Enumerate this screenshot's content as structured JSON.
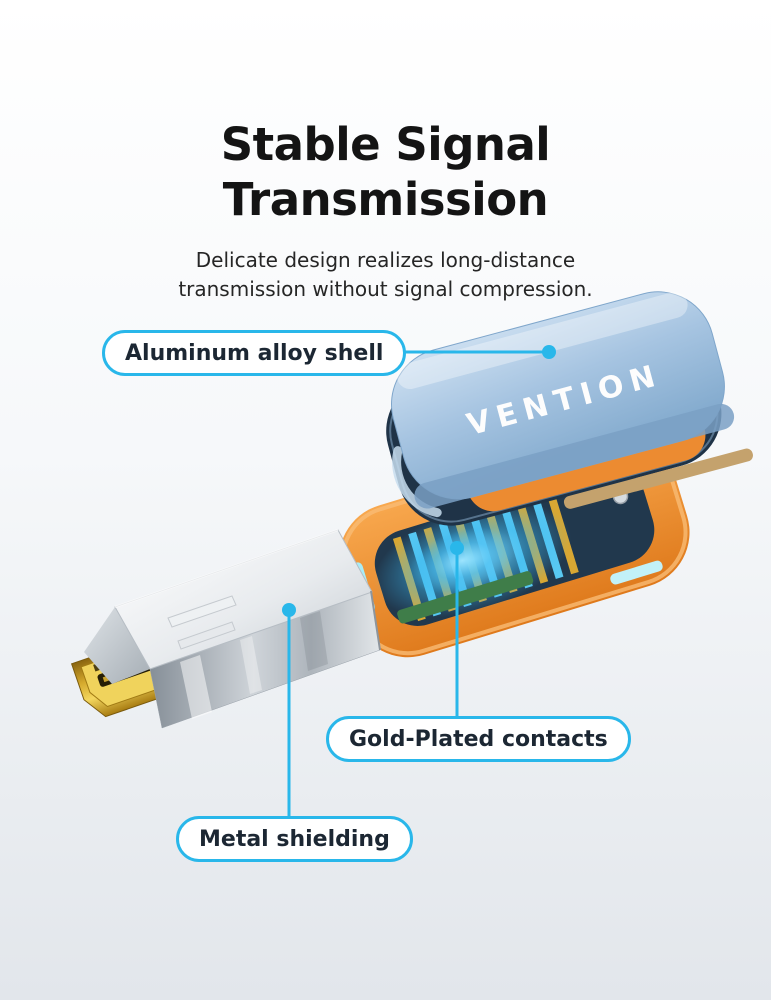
{
  "title": {
    "line1": "Stable Signal",
    "line2": "Transmission"
  },
  "subtitle": "Delicate design realizes long-distance transmission without signal compression.",
  "brand": "VENTION",
  "callouts": [
    {
      "id": "aluminum-shell",
      "label": "Aluminum alloy shell"
    },
    {
      "id": "gold-contacts",
      "label": "Gold-Plated contacts"
    },
    {
      "id": "metal-shielding",
      "label": "Metal shielding"
    }
  ],
  "colors": {
    "accent": "#29B7EA",
    "title_text": "#141414",
    "body_text": "#262626",
    "shell_blue": "#9DBEDD",
    "chassis_orange": "#EE8C31",
    "contact_gold": "#D8A733",
    "glow_cyan": "#58C8F2",
    "metal_silver": "#C9CED4"
  }
}
